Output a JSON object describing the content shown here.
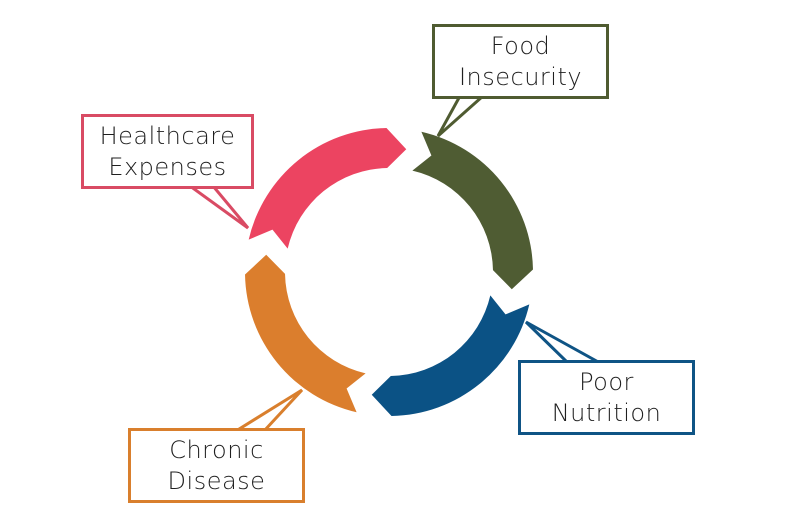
{
  "diagram": {
    "segments": [
      {
        "id": "food",
        "color": "#4f5c33"
      },
      {
        "id": "nutrition",
        "color": "#0b5285"
      },
      {
        "id": "chronic",
        "color": "#db7e2d"
      },
      {
        "id": "healthcare",
        "color": "#ec4461"
      }
    ],
    "labels": {
      "food": {
        "line1": "Food",
        "line2": "Insecurity",
        "color": "#4f5b31"
      },
      "healthcare": {
        "line1": "Healthcare",
        "line2": "Expenses",
        "color": "#d94b64"
      },
      "nutrition": {
        "line1": "Poor",
        "line2": "Nutrition",
        "color": "#0f5485"
      },
      "chronic": {
        "line1": "Chronic",
        "line2": "Disease",
        "color": "#d97f2d"
      }
    }
  }
}
